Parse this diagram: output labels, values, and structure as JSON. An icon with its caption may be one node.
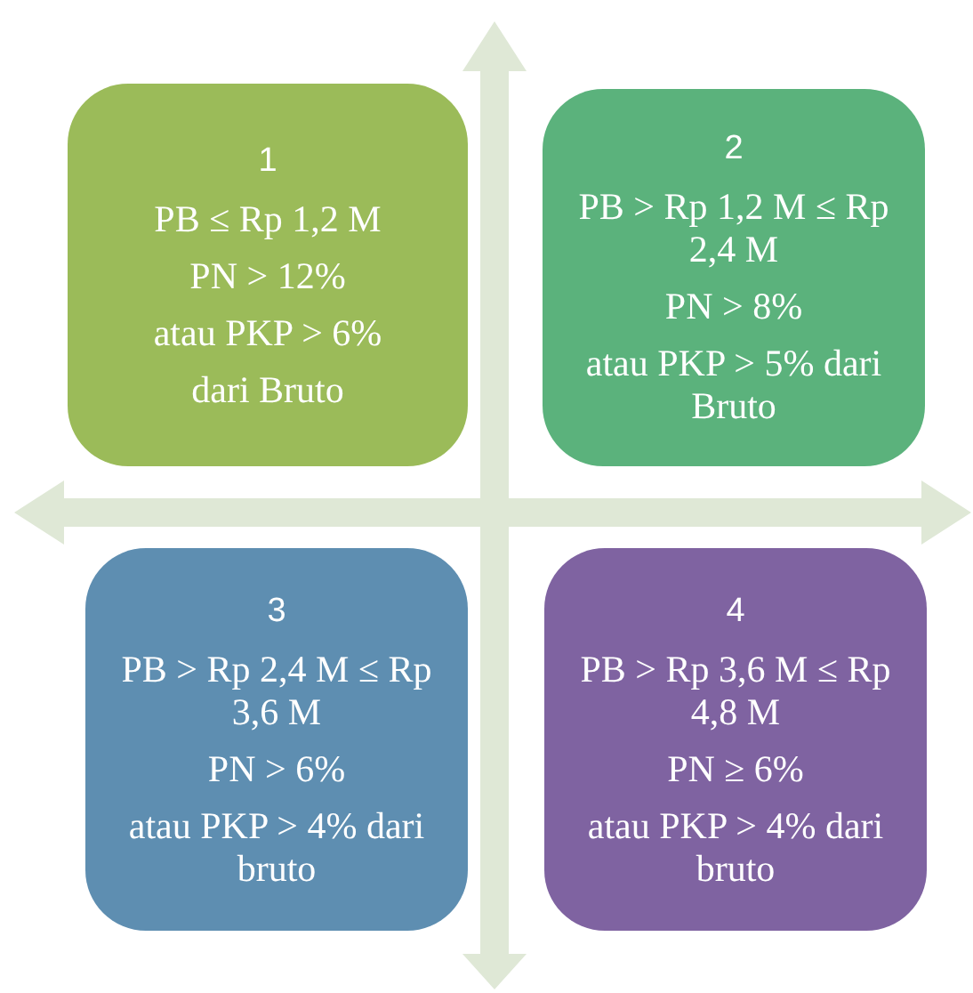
{
  "diagram": {
    "nodes": [
      {
        "text": [
          "1",
          "PB ≤ Rp 1,2 M",
          "PN > 12%",
          "atau PKP > 6%",
          "dari Bruto"
        ]
      },
      {
        "text": [
          "2",
          "PB > Rp 1,2 M ≤ Rp 2,4 M",
          "PN > 8%",
          "atau PKP > 5% dari Bruto"
        ]
      },
      {
        "text": [
          "3",
          "PB > Rp 2,4 M ≤ Rp 3,6 M",
          "PN > 6%",
          "atau PKP > 4% dari bruto"
        ]
      },
      {
        "text": [
          "4",
          "PB > Rp 3,6 M ≤ Rp 4,8 M",
          "PN ≥ 6%",
          "atau PKP > 4% dari bruto"
        ]
      }
    ]
  }
}
